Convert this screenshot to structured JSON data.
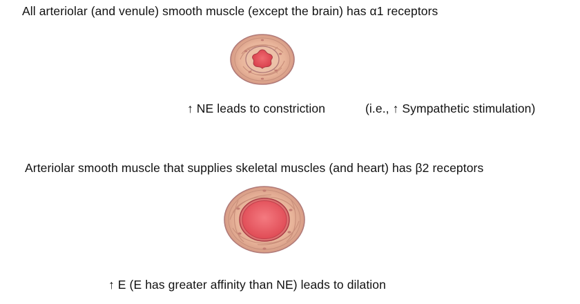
{
  "section_alpha": {
    "heading": "All arteriolar (and venule) smooth muscle (except the brain) has α1 receptors",
    "effect": "↑ NE leads to constriction",
    "note": "(i.e., ↑ Sympathetic stimulation)",
    "state": "constricted"
  },
  "section_beta": {
    "heading": "Arteriolar smooth muscle that supplies skeletal muscles (and heart) has β2 receptors",
    "effect": "↑ E (E has greater affinity than NE) leads to dilation",
    "state": "dilated"
  },
  "colors": {
    "vessel_wall": "#e8b49a",
    "vessel_outline": "#b07a78",
    "muscle_ring": "#d7a08a",
    "lumen_fill": "#e0505a",
    "lumen_highlight": "#f06a70",
    "text": "#111111"
  }
}
